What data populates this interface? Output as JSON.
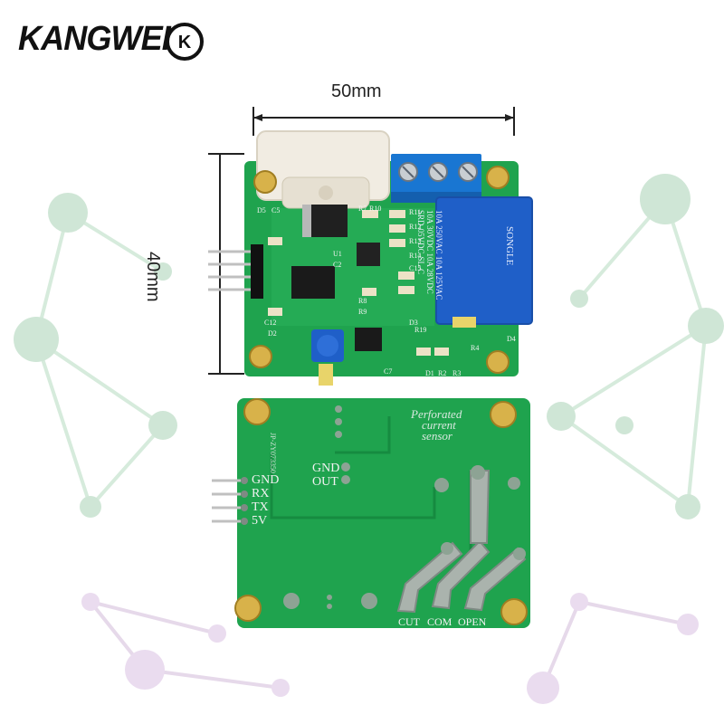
{
  "brand": {
    "name": "KANGWEI",
    "badge": "K"
  },
  "dimensions": {
    "width": "50mm",
    "height": "40mm"
  },
  "front_board": {
    "relay_text": [
      "10A 250VAC 10A 125VAC",
      "10A 30VDC 10A 28VDC",
      "SRD-05VDC-SL-C"
    ],
    "relay_brand": "SONGLE",
    "component_labels": [
      "D5",
      "C5",
      "R7",
      "R10",
      "R11",
      "R12",
      "R13",
      "R14",
      "C15",
      "U1",
      "C2",
      "R8",
      "R9",
      "D3",
      "C7",
      "C12",
      "D2",
      "D1",
      "D4",
      "R2",
      "R3",
      "R4",
      "R19"
    ]
  },
  "back_board": {
    "sensor_text": [
      "Perforated",
      "current",
      "sensor"
    ],
    "board_code": "JP-ZY073350",
    "jumper_pins": [
      "GND",
      "OUT"
    ],
    "header_pins": [
      "GND",
      "RX",
      "TX",
      "5V"
    ],
    "terminals": [
      "CUT",
      "COM",
      "OPEN"
    ]
  },
  "colors": {
    "pcb": "#1fa34e",
    "pcb_dark": "#168b40",
    "relay": "#1f5fc8",
    "terminal": "#1976d2",
    "background_network": "#cfe6d6"
  }
}
